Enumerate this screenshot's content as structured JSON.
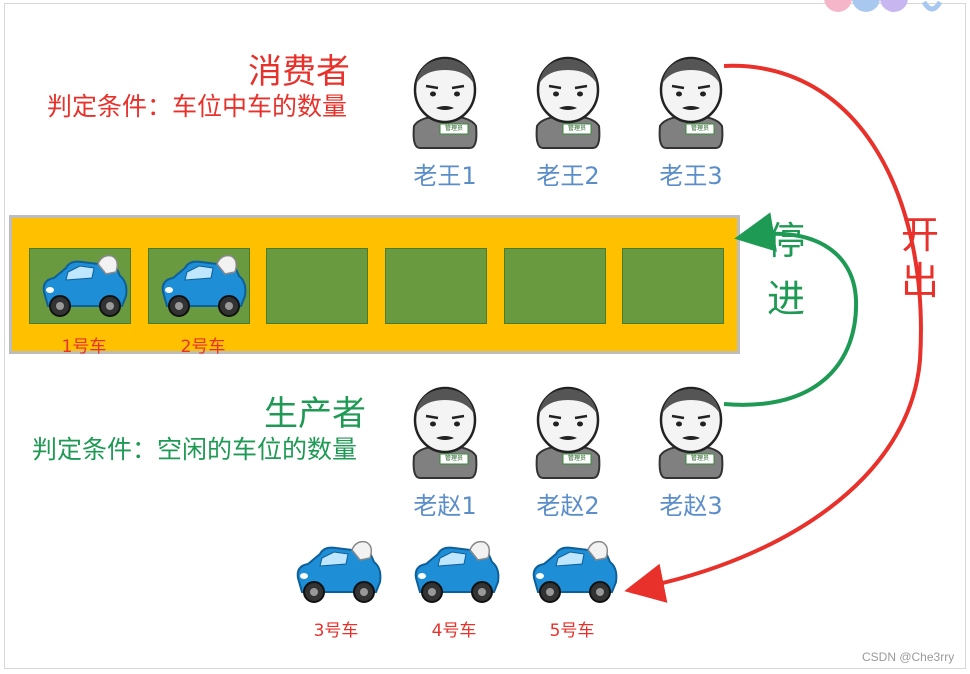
{
  "consumer": {
    "title": "消费者",
    "condition": "判定条件：车位中车的数量",
    "people": [
      "老王1",
      "老王2",
      "老王3"
    ]
  },
  "producer": {
    "title": "生产者",
    "condition": "判定条件：空闲的车位的数量",
    "people": [
      "老赵1",
      "老赵2",
      "老赵3"
    ]
  },
  "person_badge": "管理员",
  "parking": {
    "slots": 6,
    "cars": [
      "1号车",
      "2号车"
    ]
  },
  "waiting_cars": [
    "3号车",
    "4号车",
    "5号车"
  ],
  "arrows": {
    "park_in": "停进",
    "drive_out": "开出"
  },
  "watermark": "CSDN @Che3rry",
  "colors": {
    "consumer": "#e8312a",
    "producer": "#1f9a55",
    "names": "#5b8ec9",
    "parking_lot": "#ffc000",
    "slot": "#6a9a3f",
    "car": "#1e8fd6"
  }
}
